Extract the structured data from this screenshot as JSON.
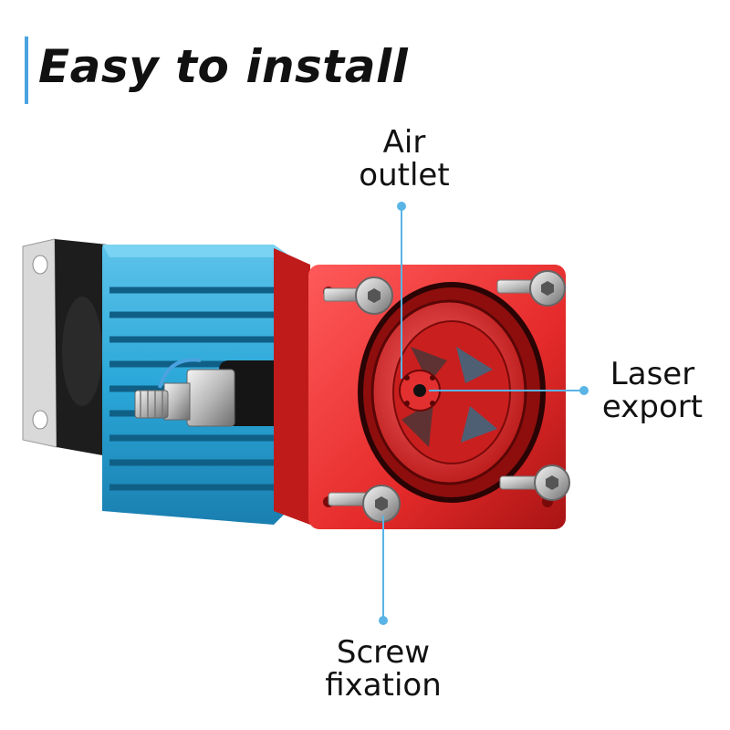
{
  "title": "Easy to install",
  "labels": {
    "air_outlet": [
      "Air",
      "outlet"
    ],
    "laser_export": [
      "Laser",
      "export"
    ],
    "screw_fixation": [
      "Screw",
      "fixation"
    ]
  },
  "colors": {
    "accent": "#4aa3df",
    "heatsink": "#2aa7d8",
    "head": "#e52a2a",
    "fan": "#1a1a1a"
  }
}
